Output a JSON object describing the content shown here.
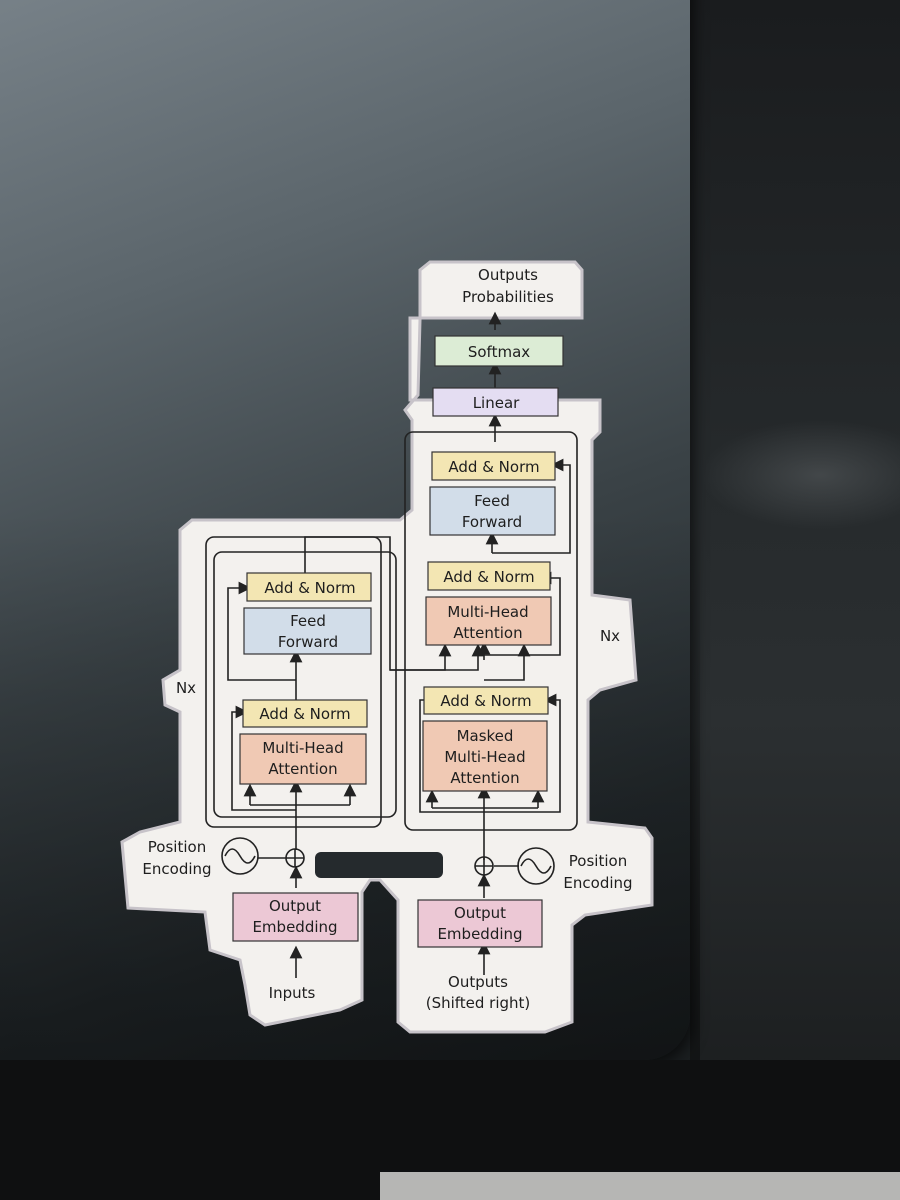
{
  "labels": {
    "outputs_probabilities_1": "Outputs",
    "outputs_probabilities_2": "Probabilities",
    "softmax": "Softmax",
    "linear": "Linear",
    "add_norm": "Add & Norm",
    "feed_1": "Feed",
    "feed_2": "Forward",
    "multi_1": "Multi-Head",
    "multi_2": "Attention",
    "masked_1": "Masked",
    "masked_2": "Multi-Head",
    "masked_3": "Attention",
    "nx": "Nx",
    "position_1": "Position",
    "position_2": "Encoding",
    "embed_1": "Output",
    "embed_2": "Embedding",
    "inputs": "Inputs",
    "outputs_1": "Outputs",
    "outputs_2": "(Shifted right)"
  },
  "colors": {
    "add_norm": "#f3e6b3",
    "feed_forward": "#d2dde9",
    "attention": "#f0c9b4",
    "embedding": "#ecc8d5",
    "softmax": "#dcecd5",
    "linear": "#e4ddf2",
    "sticker": "#f3f1ee",
    "line": "#222222"
  }
}
